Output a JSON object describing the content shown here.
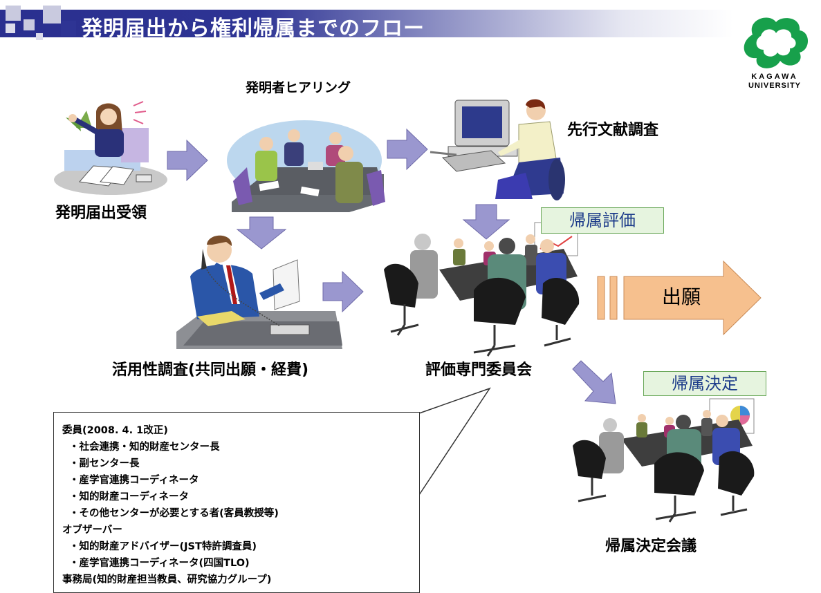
{
  "title": "発明届出から権利帰属までのフロー",
  "logo": {
    "text_top": "KAGAWA",
    "text_bottom": "UNIVERSITY"
  },
  "steps": {
    "receipt": "発明届出受領",
    "hearing": "発明者ヒアリング",
    "prior_art": "先行文献調査",
    "utilization": "活用性調査(共同出願・経費)",
    "committee": "評価専門委員会",
    "decision_meeting": "帰属決定会議"
  },
  "tags": {
    "evaluation": "帰属評価",
    "decision": "帰属決定"
  },
  "filing": "出願",
  "members_note": [
    "委員(2008. 4. 1改正)",
    "・社会連携・知的財産センター長",
    "・副センター長",
    "・産学官連携コーディネータ",
    "・知的財産コーディネータ",
    "・その他センターが必要とする者(客員教授等)",
    "オブザーバー",
    "・知的財産アドバイザー(JST特許調査員)",
    "・産学官連携コーディネータ(四国TLO)",
    "事務局(知的財産担当教員、研究協力グループ)"
  ],
  "colors": {
    "arrow": "#9a97cf",
    "filing_arrow": "#f6c08e",
    "header": "#2e3494",
    "tag_bg": "#e6f4df"
  }
}
